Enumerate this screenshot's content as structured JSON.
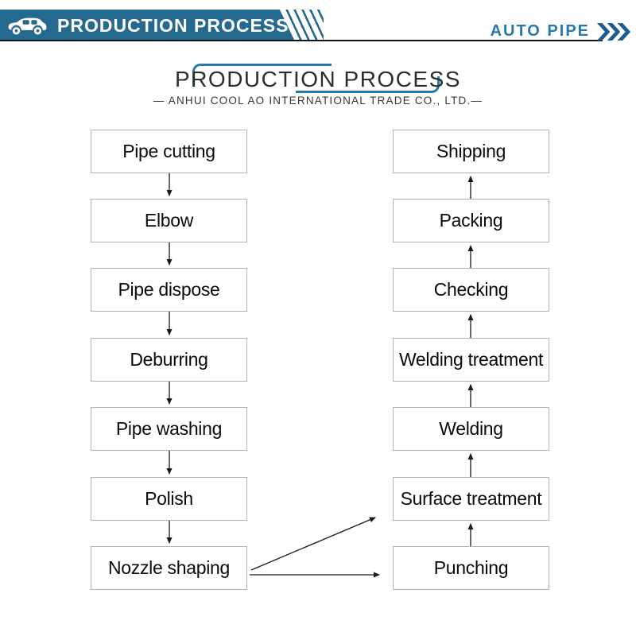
{
  "header": {
    "bar_title": "PRODUCTION PROCESS",
    "brand": "AUTO PIPE",
    "icons": {
      "car": "car-icon",
      "chevrons": "triple-chevron-right-icon"
    },
    "colors": {
      "bar_blue": "#26698f",
      "brand_blue": "#2878a8",
      "chevron_blue": "#1d5c8e",
      "underline_black": "#141414"
    }
  },
  "title_section": {
    "title": "PRODUCTION PROCESS",
    "subtitle": "— ANHUI COOL AO INTERNATIONAL TRADE CO., LTD.—",
    "bracket_color": "#2878a8"
  },
  "flowchart": {
    "left_column": [
      "Pipe cutting",
      "Elbow",
      "Pipe dispose",
      "Deburring",
      "Pipe washing",
      "Polish",
      "Nozzle shaping"
    ],
    "right_column": [
      "Shipping",
      "Packing",
      "Checking",
      "Welding treatment",
      "Welding",
      "Surface treatment",
      "Punching"
    ],
    "left_flow_direction": "down",
    "right_flow_direction": "up",
    "cross_links": [
      {
        "from": "Nozzle shaping",
        "to": "Surface treatment"
      },
      {
        "from": "Nozzle shaping",
        "to": "Punching"
      }
    ],
    "colors": {
      "box_border": "#b2b2c2",
      "box_text": "#0a0a0a",
      "arrow": "#1a1a1a"
    }
  }
}
